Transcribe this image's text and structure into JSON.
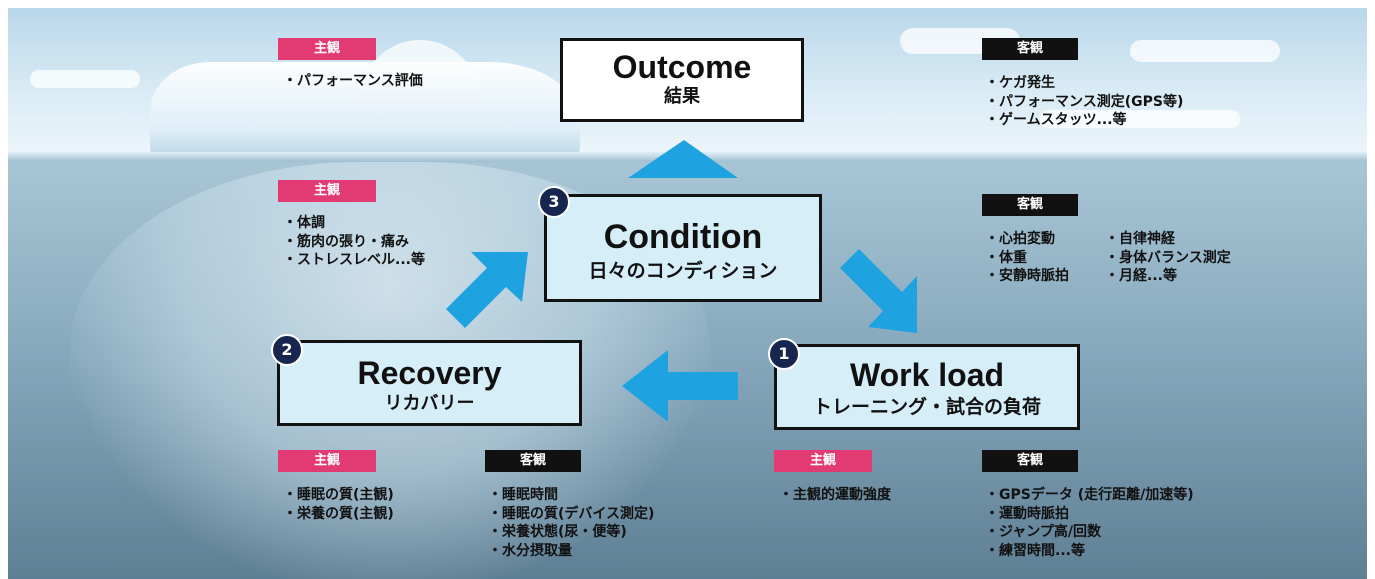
{
  "outcome": {
    "title": "Outcome",
    "subtitle": "結果"
  },
  "condition": {
    "number": "3",
    "title": "Condition",
    "subtitle": "日々のコンディション"
  },
  "recovery": {
    "number": "2",
    "title": "Recovery",
    "subtitle": "リカバリー"
  },
  "workload": {
    "number": "1",
    "title": "Work load",
    "subtitle": "トレーニング・試合の負荷"
  },
  "tags": {
    "subjective": "主観",
    "objective": "客観"
  },
  "outcome_subjective": [
    "・パフォーマンス評価"
  ],
  "outcome_objective": [
    "・ケガ発生",
    "・パフォーマンス測定(GPS等)",
    "・ゲームスタッツ...等"
  ],
  "condition_subjective": [
    "・体調",
    "・筋肉の張り・痛み",
    "・ストレスレベル...等"
  ],
  "condition_objective_col1": [
    "・心拍変動",
    "・体重",
    "・安静時脈拍"
  ],
  "condition_objective_col2": [
    "・自律神経",
    "・身体バランス測定",
    "・月経...等"
  ],
  "recovery_subjective": [
    "・睡眠の質(主観)",
    "・栄養の質(主観)"
  ],
  "recovery_objective": [
    "・睡眠時間",
    "・睡眠の質(デバイス測定)",
    "・栄養状態(尿・便等)",
    "・水分摂取量"
  ],
  "workload_subjective": [
    "・主観的運動強度"
  ],
  "workload_objective": [
    "・GPSデータ (走行距離/加速等)",
    "・運動時脈拍",
    "・ジャンプ高/回数",
    "・練習時間...等"
  ],
  "colors": {
    "arrow": "#1fa3e0",
    "subjective_tag": "#e23b73",
    "objective_tag": "#111111",
    "badge": "#17264f",
    "box_light": "#d6eef8"
  }
}
